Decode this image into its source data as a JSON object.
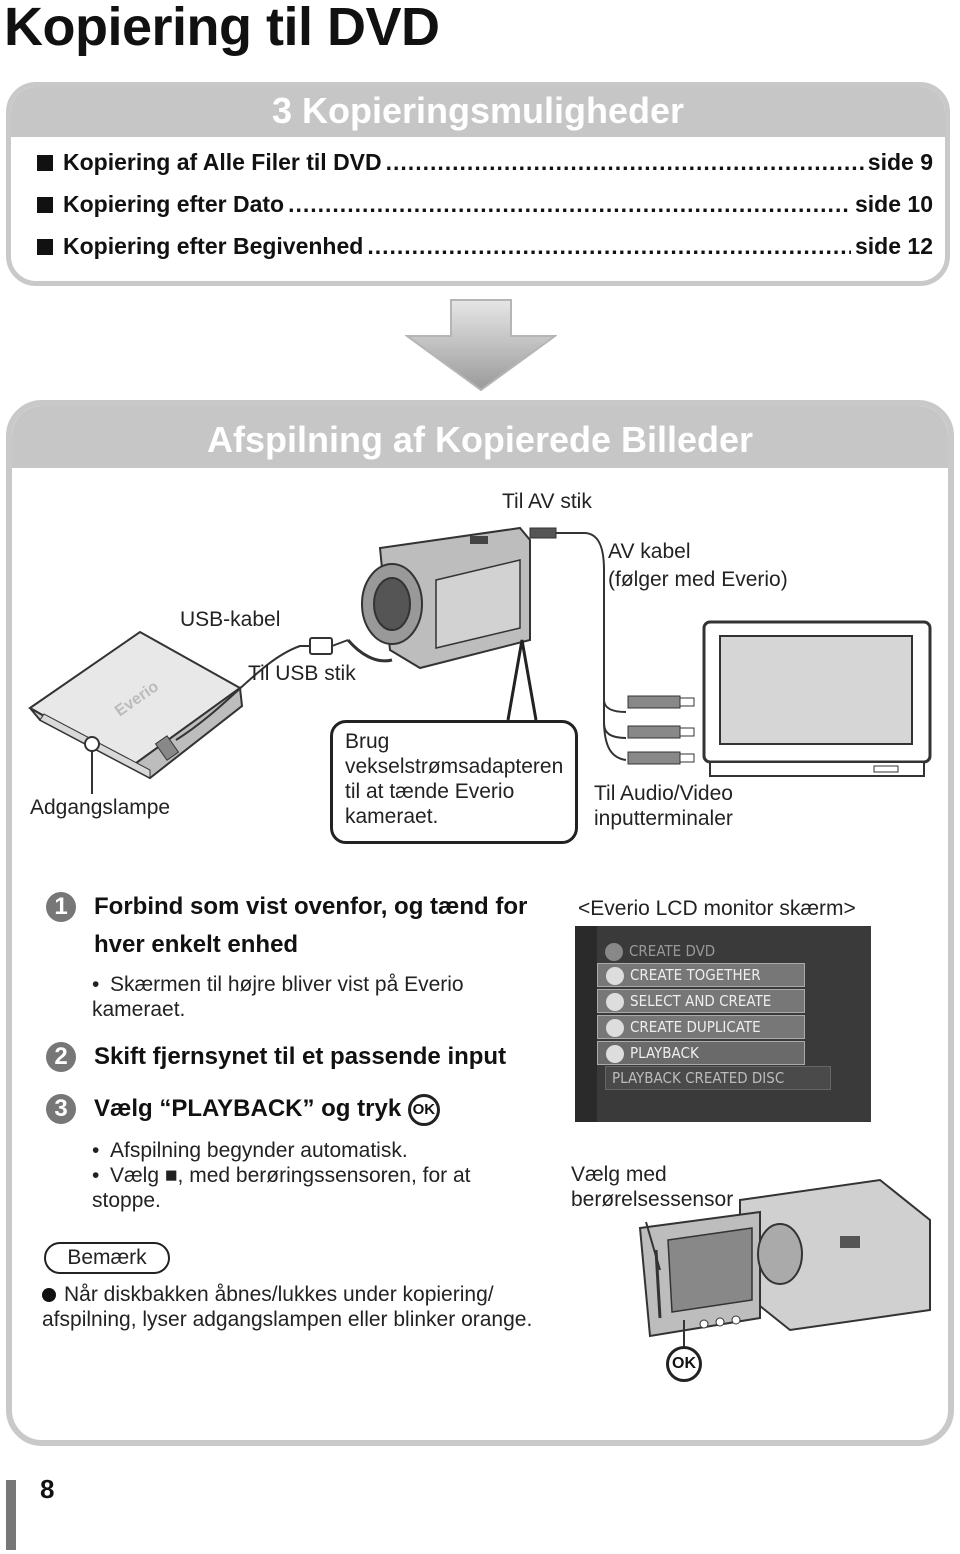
{
  "page": {
    "title": "Kopiering til DVD",
    "page_number": "8"
  },
  "section1": {
    "heading": "3 Kopieringsmuligheder",
    "options": [
      {
        "label": "Kopiering af Alle Filer til DVD",
        "page": "side 9"
      },
      {
        "label": "Kopiering efter Dato",
        "page": "side 10"
      },
      {
        "label": "Kopiering efter Begivenhed",
        "page": "side 12"
      }
    ]
  },
  "section2": {
    "heading": "Afspilning af Kopierede Billeder",
    "labels": {
      "til_av_stik": "Til AV stik",
      "av_kabel": "AV kabel",
      "av_kabel_note": "(følger med Everio)",
      "usb_kabel": "USB-kabel",
      "til_usb_stik": "Til USB stik",
      "adgangslampe": "Adgangslampe",
      "audio_video_line1": "Til Audio/Video",
      "audio_video_line2": "inputterminaler",
      "drive_brand": "Everio",
      "adapter_note": "Brug vekselstrømsadapteren til at tænde Everio kameraet."
    },
    "steps": [
      {
        "num": "1",
        "text_line1": "Forbind som vist ovenfor, og tænd for",
        "text_line2": "hver enkelt enhed",
        "bullets": [
          "Skærmen til højre bliver vist på Everio kameraet."
        ]
      },
      {
        "num": "2",
        "text_line1": "Skift fjernsynet til et passende input",
        "bullets": []
      },
      {
        "num": "3",
        "text_before": "Vælg “PLAYBACK” og tryk",
        "ok_icon": "OK",
        "bullets": [
          "Afspilning begynder automatisk.",
          "Vælg ■, med berøringssensoren, for at stoppe."
        ]
      }
    ],
    "lcd": {
      "caption": "<Everio LCD monitor skærm>",
      "menu": [
        "CREATE DVD",
        "CREATE TOGETHER",
        "SELECT AND CREATE",
        "CREATE DUPLICATE",
        "PLAYBACK",
        "PLAYBACK CREATED DISC"
      ]
    },
    "touch_sensor_line1": "Vælg med",
    "touch_sensor_line2": "berørelsessensor",
    "camera_ok": "OK",
    "remark": {
      "title": "Bemærk",
      "text": "Når diskbakken åbnes/lukkes under kopiering/ afspilning, lyser adgangslampen eller blinker orange."
    }
  },
  "colors": {
    "header_gray": "#c6c6c6",
    "border_gray": "#c9c9c9",
    "step_gray": "#777777",
    "lcd_bg": "#3a3a3a"
  }
}
